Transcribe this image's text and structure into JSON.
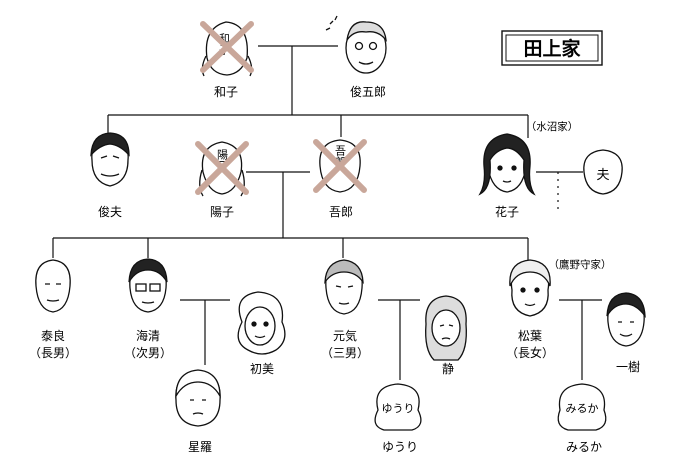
{
  "family_box": {
    "label": "田上家"
  },
  "households": {
    "mizunuma": "（水沼家）",
    "takanomori": "（鷹野守家）"
  },
  "people": {
    "kazuko": {
      "name": "和子",
      "face_text": "和子",
      "deceased": true
    },
    "shungoro": {
      "name": "俊五郎"
    },
    "toshio": {
      "name": "俊夫"
    },
    "yoko": {
      "name": "陽子",
      "face_text": "陽子",
      "deceased": true
    },
    "goro": {
      "name": "吾郎",
      "face_text": "吾郎",
      "deceased": true
    },
    "hanako": {
      "name": "花子"
    },
    "otto": {
      "name": "",
      "face_text": "夫"
    },
    "yasuyoshi": {
      "name": "泰良",
      "role": "（長男）"
    },
    "kaisei": {
      "name": "海清",
      "role": "（次男）"
    },
    "hatsumi": {
      "name": "初美"
    },
    "seira": {
      "name": "星羅"
    },
    "genki": {
      "name": "元気",
      "role": "（三男）"
    },
    "shizuka": {
      "name": "静"
    },
    "yuuri": {
      "name": "ゆうり",
      "face_text": "ゆうり"
    },
    "matsuba": {
      "name": "松葉",
      "role": "（長女）"
    },
    "ikki": {
      "name": "一樹"
    },
    "miruka": {
      "name": "みるか",
      "face_text": "みるか"
    }
  },
  "colors": {
    "line": "#111111",
    "cross": "#c9a79a",
    "skin": "#ffffff"
  }
}
